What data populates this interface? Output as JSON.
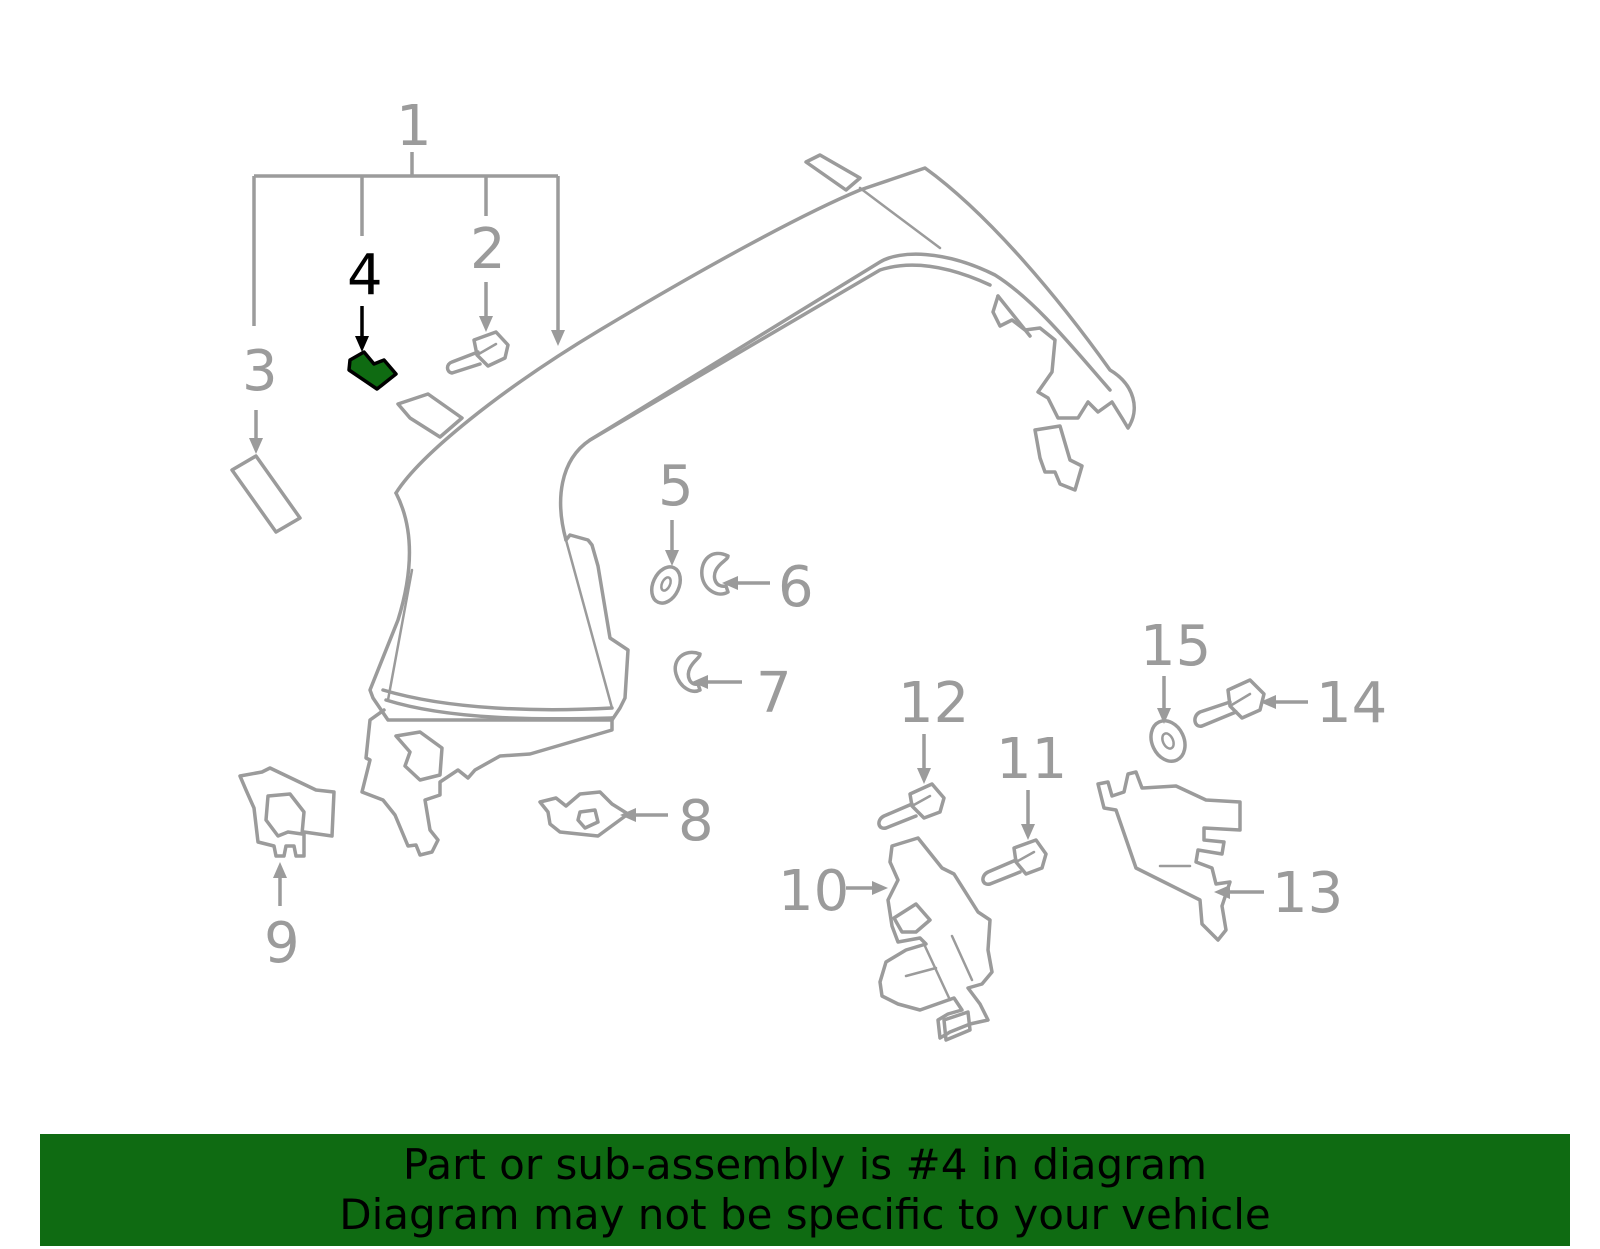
{
  "callouts": {
    "c1": "1",
    "c2": "2",
    "c3": "3",
    "c4": "4",
    "c5": "5",
    "c6": "6",
    "c7": "7",
    "c8": "8",
    "c9": "9",
    "c10": "10",
    "c11": "11",
    "c12": "12",
    "c13": "13",
    "c14": "14",
    "c15": "15"
  },
  "highlighted_part": "4",
  "banner": {
    "line1": "Part or sub-assembly is #4 in diagram",
    "line2": "Diagram may not be specific to your vehicle"
  },
  "colors": {
    "highlight": "#0f6b12",
    "outline": "#9b9b9b",
    "banner": "#0f6b12"
  }
}
